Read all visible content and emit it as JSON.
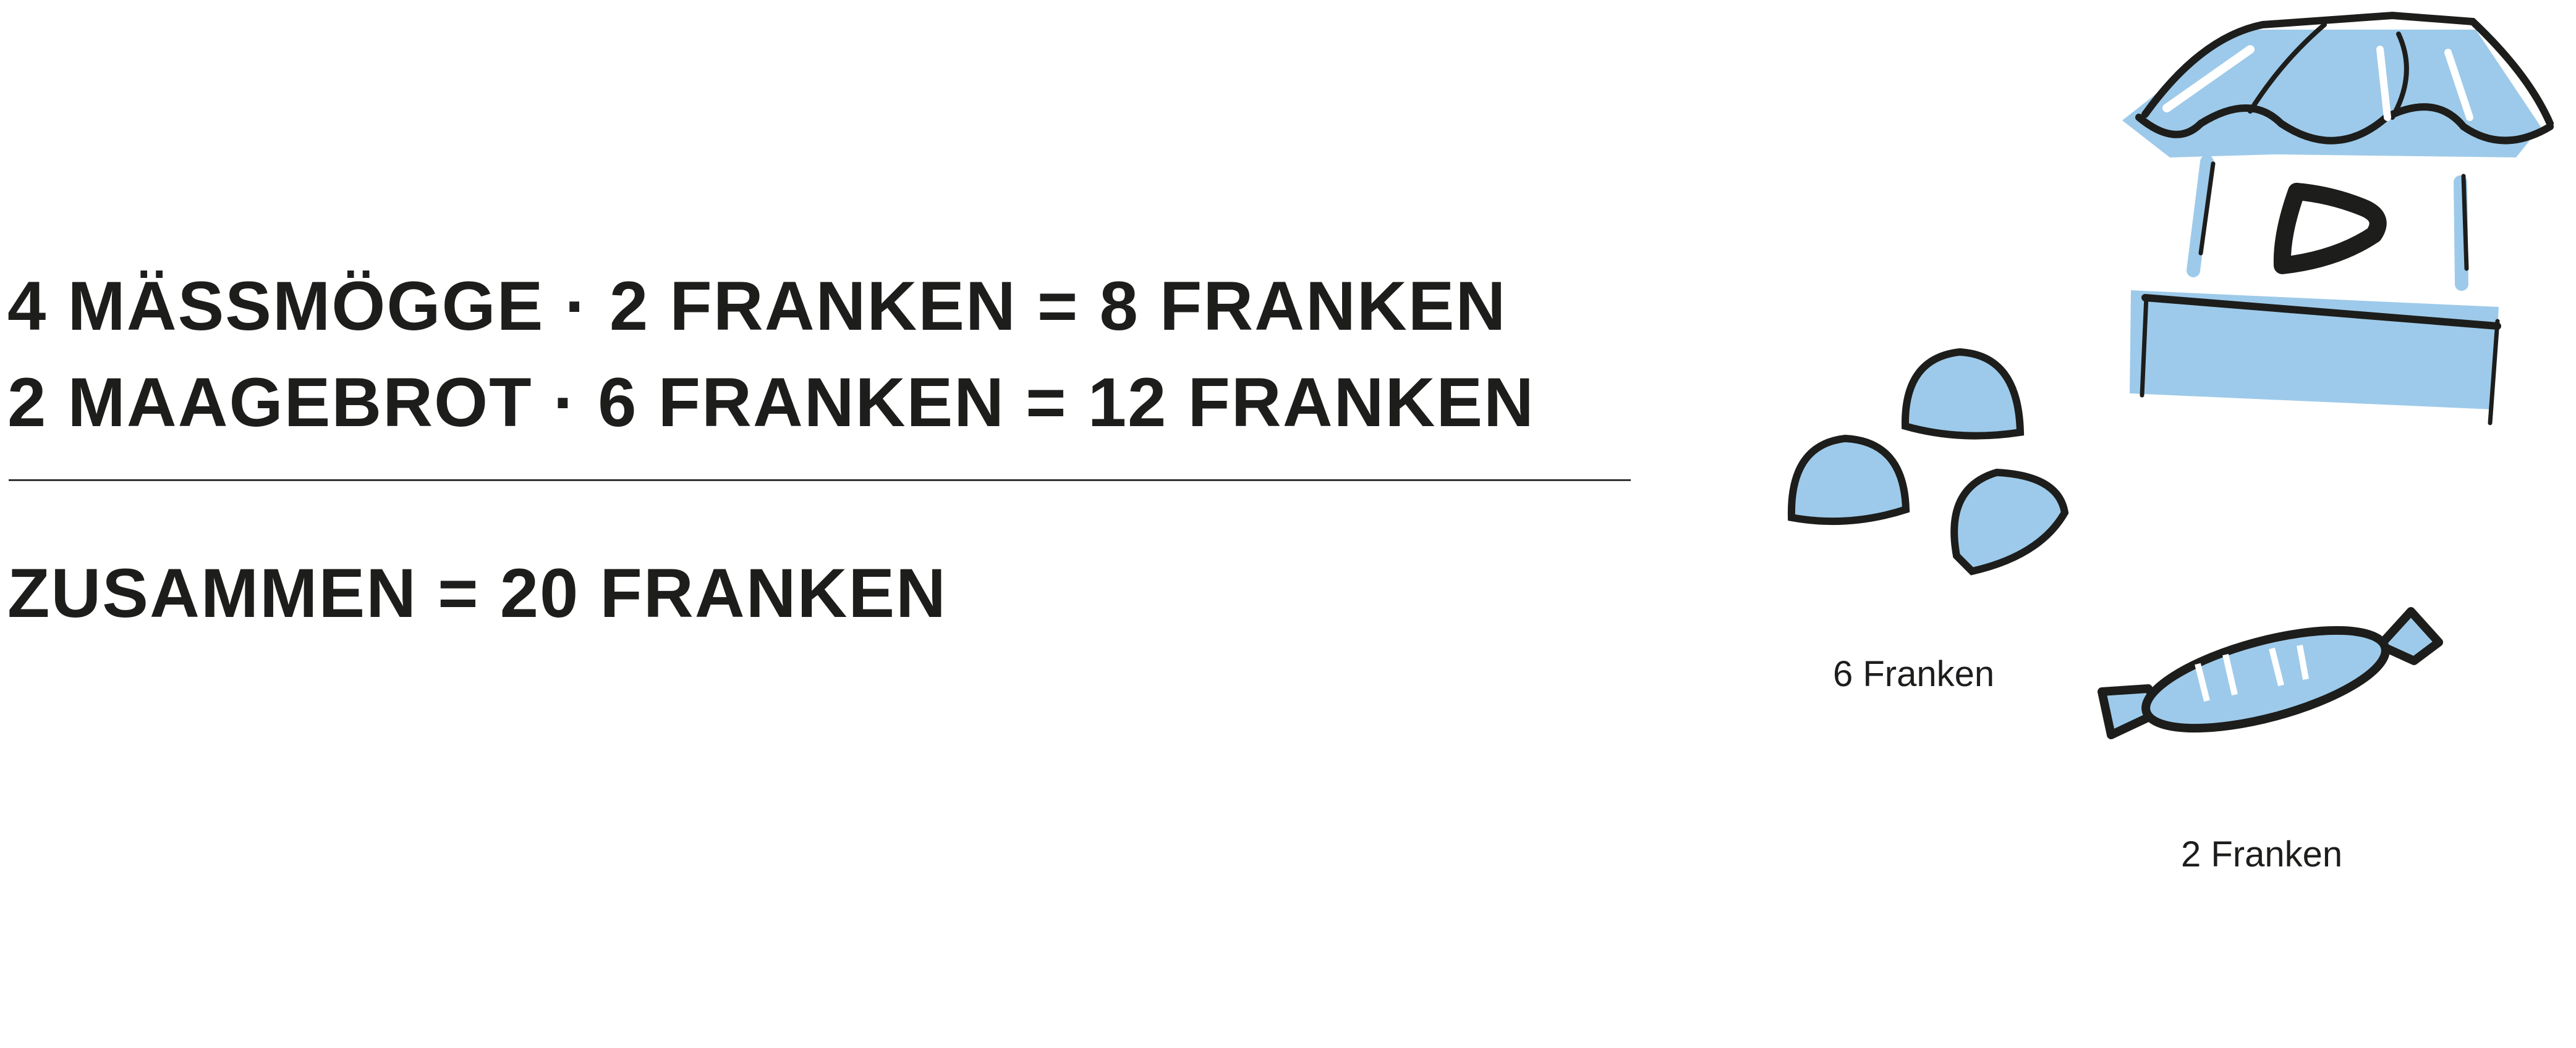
{
  "calculation": {
    "line1": "4 Mässmögge · 2 Franken = 8 Franken",
    "line2": "2 Maagebrot · 6 Franken = 12 Franken",
    "total": "Zusammen = 20 Franken"
  },
  "illustration": {
    "stand_letter": "D",
    "cookies_price": "6 Franken",
    "candy_price": "2 Franken"
  },
  "colors": {
    "accent": "#9dcaea",
    "ink": "#1d1d1b"
  }
}
